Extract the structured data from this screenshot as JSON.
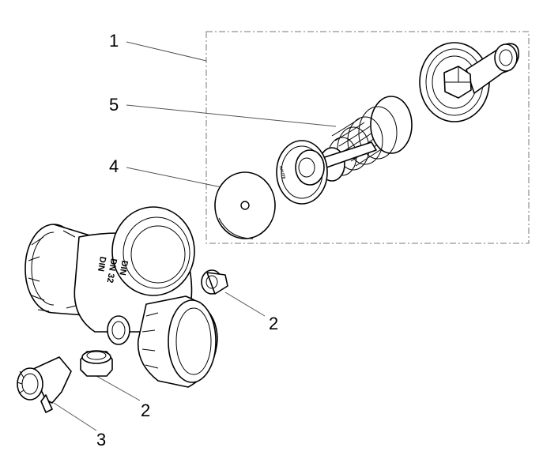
{
  "callouts": {
    "c1": "1",
    "c2a": "2",
    "c2b": "2",
    "c3": "3",
    "c4": "4",
    "c5": "5"
  },
  "stamp": {
    "line1": "DIN",
    "line2": "DN 32",
    "line3": "DIN"
  }
}
